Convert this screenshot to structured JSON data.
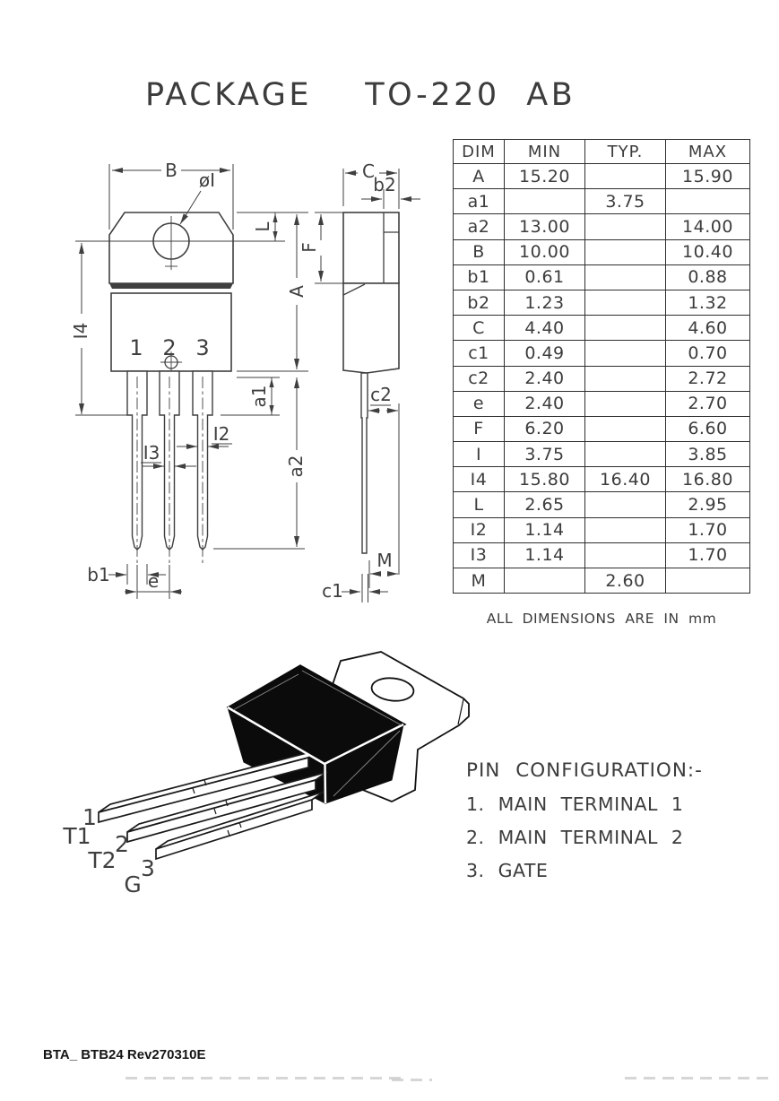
{
  "page": {
    "title": "PACKAGE  TO-220 AB"
  },
  "dimension_table": {
    "headers": [
      "DIM",
      "MIN",
      "TYP.",
      "MAX"
    ],
    "rows": [
      [
        "A",
        "15.20",
        "",
        "15.90"
      ],
      [
        "a1",
        "",
        "3.75",
        ""
      ],
      [
        "a2",
        "13.00",
        "",
        "14.00"
      ],
      [
        "B",
        "10.00",
        "",
        "10.40"
      ],
      [
        "b1",
        "0.61",
        "",
        "0.88"
      ],
      [
        "b2",
        "1.23",
        "",
        "1.32"
      ],
      [
        "C",
        "4.40",
        "",
        "4.60"
      ],
      [
        "c1",
        "0.49",
        "",
        "0.70"
      ],
      [
        "c2",
        "2.40",
        "",
        "2.72"
      ],
      [
        "e",
        "2.40",
        "",
        "2.70"
      ],
      [
        "F",
        "6.20",
        "",
        "6.60"
      ],
      [
        "I",
        "3.75",
        "",
        "3.85"
      ],
      [
        "I4",
        "15.80",
        "16.40",
        "16.80"
      ],
      [
        "L",
        "2.65",
        "",
        "2.95"
      ],
      [
        "I2",
        "1.14",
        "",
        "1.70"
      ],
      [
        "I3",
        "1.14",
        "",
        "1.70"
      ],
      [
        "M",
        "",
        "2.60",
        ""
      ]
    ],
    "footnote": "ALL DIMENSIONS ARE IN mm"
  },
  "front_view": {
    "labels": {
      "b": "B",
      "hole_dia": "øI",
      "l": "L",
      "a": "A",
      "i4": "I4",
      "a1": "a1",
      "a2": "a2",
      "i2": "I2",
      "i3": "I3",
      "b1": "b1",
      "e": "e",
      "pin1": "1",
      "pin2": "2",
      "pin3": "3"
    }
  },
  "side_view": {
    "labels": {
      "c": "C",
      "b2": "b2",
      "f": "F",
      "c2": "c2",
      "m": "M",
      "c1": "c1"
    }
  },
  "iso_view": {
    "labels": {
      "pin1_num": "1",
      "pin1_name": "T1",
      "pin2_num": "2",
      "pin2_name": "T2",
      "pin3_num": "3",
      "pin3_name": "G"
    }
  },
  "pin_configuration": {
    "heading": "PIN CONFIGURATION:-",
    "items": [
      "1. MAIN TERMINAL 1",
      "2. MAIN TERMINAL 2",
      "3. GATE"
    ]
  },
  "footer": {
    "doc_ref": "BTA_ BTB24 Rev270310E"
  }
}
